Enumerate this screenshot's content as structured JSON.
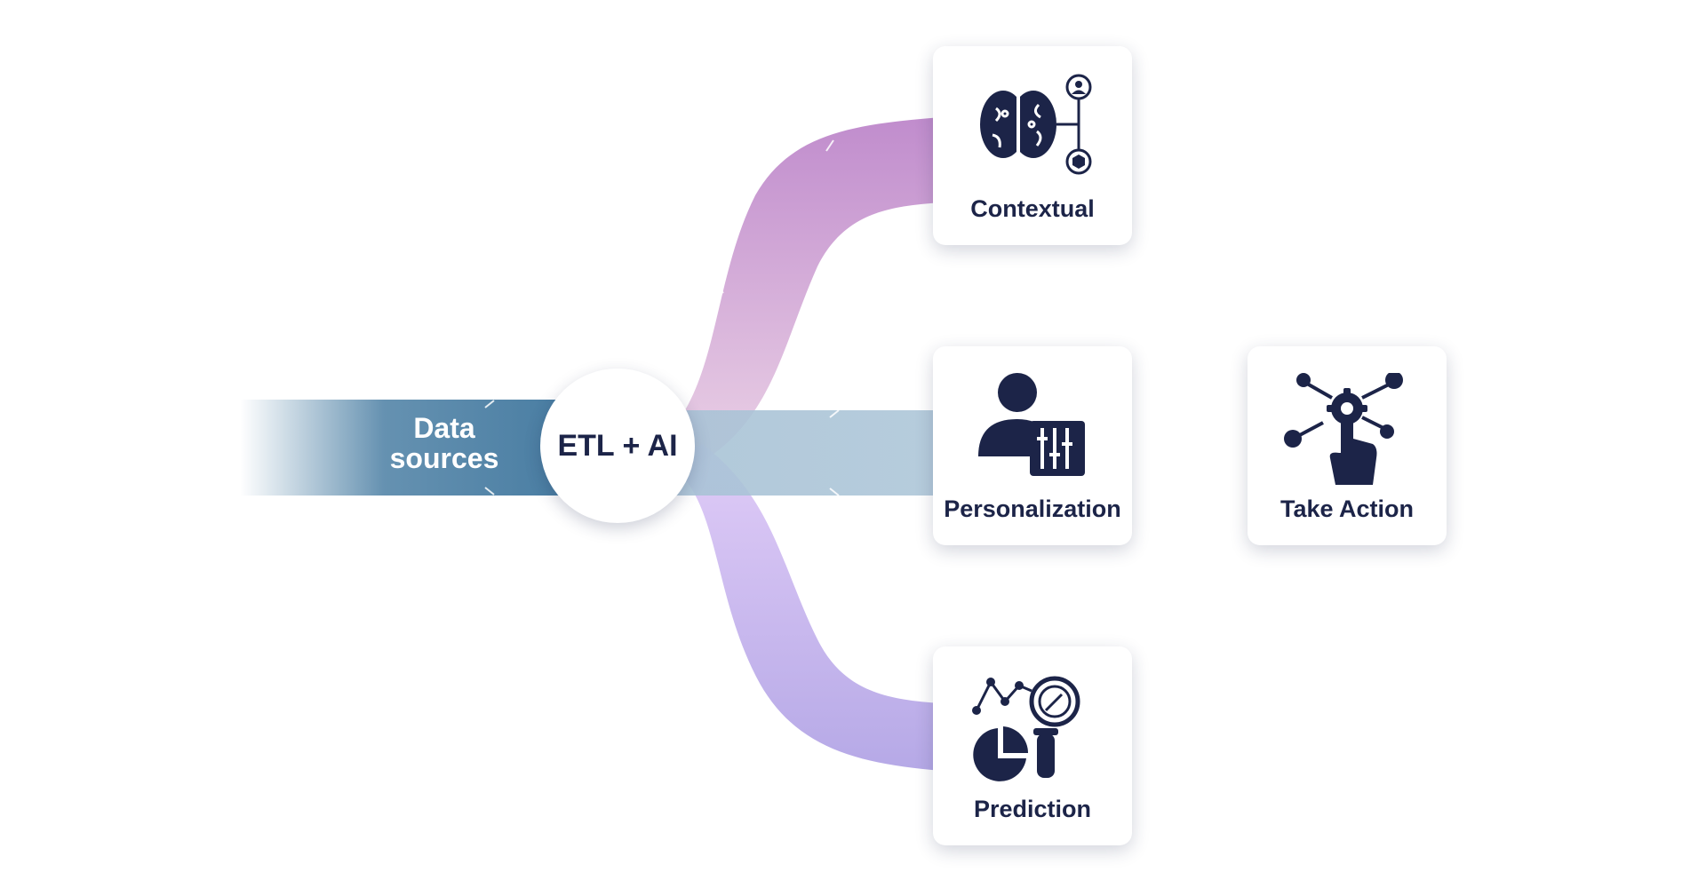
{
  "source": {
    "label_line1": "Data",
    "label_line2": "sources"
  },
  "hub": {
    "label": "ETL + AI"
  },
  "outputs": [
    {
      "label": "Contextual",
      "icon": "brain-network-icon"
    },
    {
      "label": "Personalization",
      "icon": "person-settings-icon"
    },
    {
      "label": "Prediction",
      "icon": "analytics-icon"
    }
  ],
  "action": {
    "label": "Take Action",
    "icon": "touch-gear-network-icon"
  },
  "colors": {
    "source_flow": "#4a7ea3",
    "center_flow": "#a9c3d6",
    "top_flow": "#b97fc7",
    "bottom_flow": "#b3a6e6",
    "text_dark": "#1c2448"
  }
}
